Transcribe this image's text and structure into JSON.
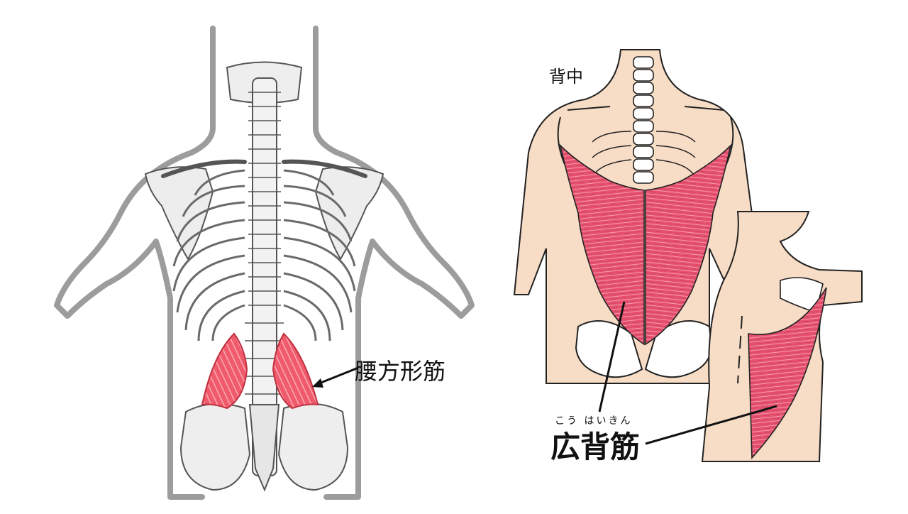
{
  "left_figure": {
    "label": "腰方形筋"
  },
  "right_figure": {
    "region_label": "背中",
    "muscle_ruby": "こう はいきん",
    "muscle_label": "広背筋"
  },
  "colors": {
    "muscle": "#e5506e",
    "muscle_light": "#ef6f88",
    "skin": "#f7dcc6",
    "bone": "#eeeeee",
    "outline_gray": "#8a8a8a",
    "line": "#222222"
  }
}
